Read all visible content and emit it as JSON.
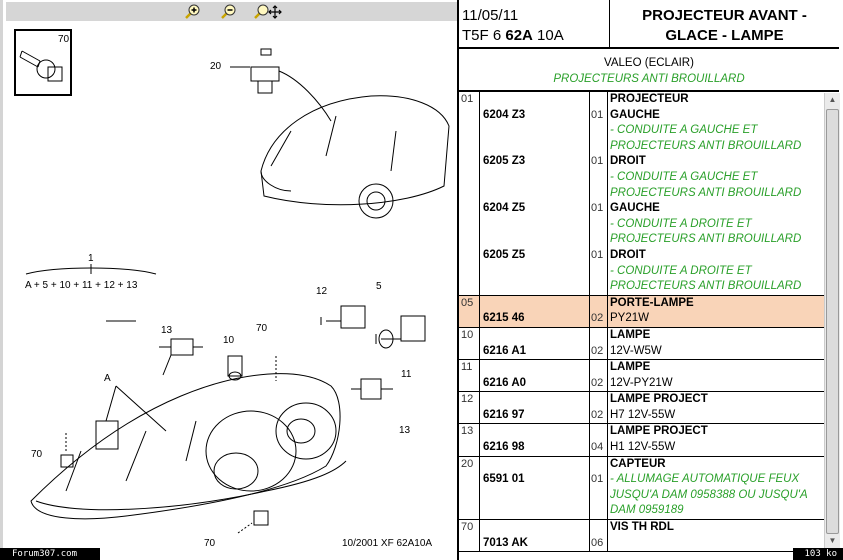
{
  "toolbar": {
    "zoom_in": "zoom-in",
    "zoom_out": "zoom-out",
    "zoom_pan": "zoom-pan"
  },
  "diagram": {
    "callouts": [
      "70",
      "20",
      "1",
      "A + 5 + 10 + 11 + 12 + 13",
      "12",
      "5",
      "13",
      "10",
      "70",
      "A",
      "11",
      "13",
      "70",
      "70"
    ],
    "footer_ref": "10/2001   XF 62A10A"
  },
  "watermark": "Forum307.com",
  "file_size": "103 ko",
  "header": {
    "date": "11/05/11",
    "code_prefix": "T5F 6 ",
    "code_bold": "62A",
    "code_suffix": " 10A",
    "title_line1": "PROJECTEUR AVANT -",
    "title_line2": "GLACE - LAMPE",
    "supplier": "VALEO (ECLAIR)",
    "variant": "PROJECTEURS ANTI BROUILLARD"
  },
  "rows": [
    {
      "num": "01",
      "title": "PROJECTEUR",
      "items": [
        {
          "ref": "6204 Z3",
          "qty": "01",
          "name": "GAUCHE",
          "note": [
            "- CONDUITE A GAUCHE ET",
            "PROJECTEURS ANTI BROUILLARD"
          ]
        },
        {
          "ref": "6205 Z3",
          "qty": "01",
          "name": "DROIT",
          "note": [
            "- CONDUITE A GAUCHE ET",
            "PROJECTEURS ANTI BROUILLARD"
          ]
        },
        {
          "ref": "6204 Z5",
          "qty": "01",
          "name": "GAUCHE",
          "note": [
            "- CONDUITE A DROITE ET",
            "PROJECTEURS ANTI BROUILLARD"
          ]
        },
        {
          "ref": "6205 Z5",
          "qty": "01",
          "name": "DROIT",
          "note": [
            "- CONDUITE A DROITE ET",
            "PROJECTEURS ANTI BROUILLARD"
          ]
        }
      ]
    },
    {
      "num": "05",
      "title": "PORTE-LAMPE",
      "ref": "6215 46",
      "qty": "02",
      "spec": "PY21W",
      "highlight": true
    },
    {
      "num": "10",
      "title": "LAMPE",
      "ref": "6216 A1",
      "qty": "02",
      "spec": "12V-W5W"
    },
    {
      "num": "11",
      "title": "LAMPE",
      "ref": "6216 A0",
      "qty": "02",
      "spec": "12V-PY21W"
    },
    {
      "num": "12",
      "title": "LAMPE PROJECT",
      "ref": "6216 97",
      "qty": "02",
      "spec": "H7 12V-55W"
    },
    {
      "num": "13",
      "title": "LAMPE PROJECT",
      "ref": "6216 98",
      "qty": "04",
      "spec": "H1 12V-55W"
    },
    {
      "num": "20",
      "title": "CAPTEUR",
      "ref": "6591 01",
      "qty": "01",
      "note": [
        "- ALLUMAGE AUTOMATIQUE FEUX",
        "JUSQU'A DAM 0958388 OU JUSQU'A",
        "DAM 0959189"
      ]
    },
    {
      "num": "70",
      "title": "VIS TH RDL",
      "ref": "7013 AK",
      "qty": "06"
    }
  ]
}
